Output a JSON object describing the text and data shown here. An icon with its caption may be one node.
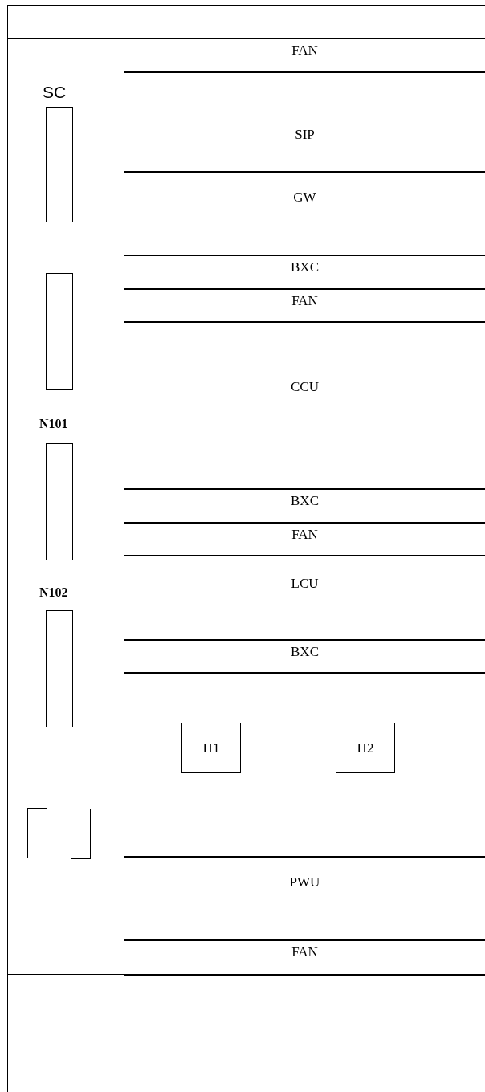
{
  "diagram": {
    "nodes": [
      {
        "text": [
          "FAN"
        ]
      },
      {
        "text": [
          "SIP"
        ]
      },
      {
        "text": [
          "GW"
        ]
      },
      {
        "text": [
          "BXC"
        ]
      },
      {
        "text": [
          "FAN"
        ]
      },
      {
        "text": [
          "CCU"
        ]
      },
      {
        "text": [
          "BXC"
        ]
      },
      {
        "text": [
          "FAN"
        ]
      },
      {
        "text": [
          "LCU"
        ]
      },
      {
        "text": [
          "BXC"
        ]
      },
      {
        "text": [],
        "shape": "box"
      },
      {
        "text": [
          "H1"
        ],
        "in": 10
      },
      {
        "text": [
          "H2"
        ],
        "in": 10
      },
      {
        "text": [
          "PWU"
        ]
      },
      {
        "text": [
          "FAN"
        ]
      },
      {
        "text": [],
        "shape": "box"
      },
      {
        "text": [],
        "shape": "box"
      },
      {
        "text": [],
        "shape": "box"
      },
      {
        "text": [],
        "shape": "box"
      },
      {
        "text": [],
        "shape": "box"
      },
      {
        "text": [],
        "shape": "box"
      }
    ],
    "labels": [
      "SC",
      "N101",
      "N102"
    ]
  }
}
